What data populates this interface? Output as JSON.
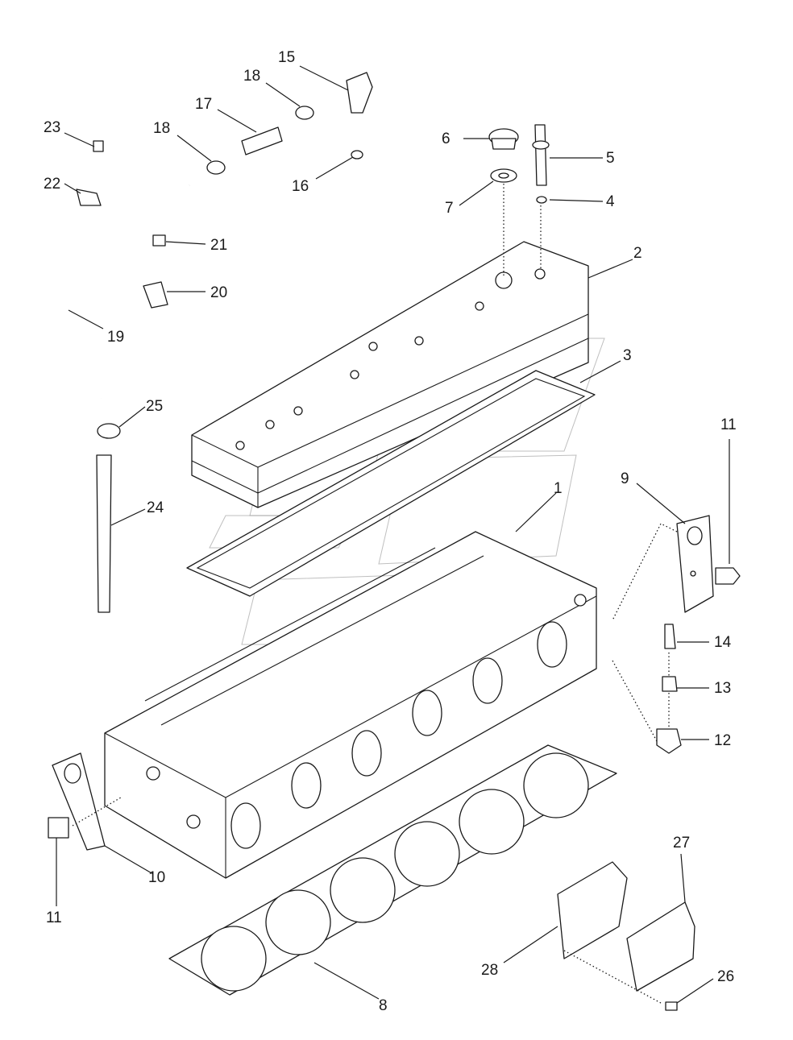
{
  "diagram": {
    "type": "exploded-parts-view",
    "callouts": [
      {
        "id": "c1",
        "label": "1"
      },
      {
        "id": "c2",
        "label": "2"
      },
      {
        "id": "c3",
        "label": "3"
      },
      {
        "id": "c4",
        "label": "4"
      },
      {
        "id": "c5",
        "label": "5"
      },
      {
        "id": "c6",
        "label": "6"
      },
      {
        "id": "c7",
        "label": "7"
      },
      {
        "id": "c8",
        "label": "8"
      },
      {
        "id": "c9",
        "label": "9"
      },
      {
        "id": "c10",
        "label": "10"
      },
      {
        "id": "c11a",
        "label": "11"
      },
      {
        "id": "c11b",
        "label": "11"
      },
      {
        "id": "c12",
        "label": "12"
      },
      {
        "id": "c13",
        "label": "13"
      },
      {
        "id": "c14",
        "label": "14"
      },
      {
        "id": "c15",
        "label": "15"
      },
      {
        "id": "c16",
        "label": "16"
      },
      {
        "id": "c17",
        "label": "17"
      },
      {
        "id": "c18a",
        "label": "18"
      },
      {
        "id": "c18b",
        "label": "18"
      },
      {
        "id": "c19",
        "label": "19"
      },
      {
        "id": "c20",
        "label": "20"
      },
      {
        "id": "c21",
        "label": "21"
      },
      {
        "id": "c22",
        "label": "22"
      },
      {
        "id": "c23",
        "label": "23"
      },
      {
        "id": "c24",
        "label": "24"
      },
      {
        "id": "c25",
        "label": "25"
      },
      {
        "id": "c26",
        "label": "26"
      },
      {
        "id": "c27",
        "label": "27"
      },
      {
        "id": "c28",
        "label": "28"
      }
    ]
  },
  "colors": {
    "line": "#1a1a1a",
    "background": "#ffffff",
    "watermark": "#8a8a8a"
  }
}
